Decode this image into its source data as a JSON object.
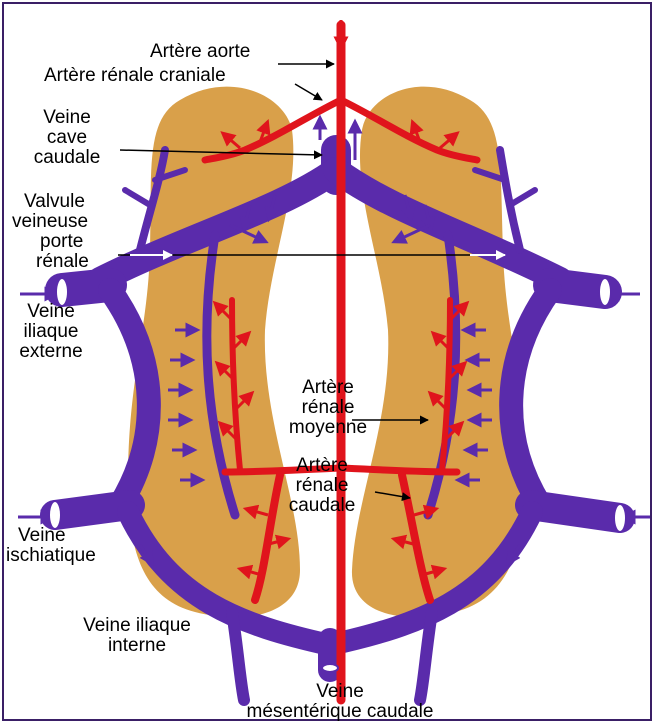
{
  "labels": {
    "aorte": "Artère aorte",
    "renale_craniale": "Artère rénale craniale",
    "veine_cave_1": "Veine",
    "veine_cave_2": "cave",
    "veine_cave_3": "caudale",
    "valvule_1": "Valvule",
    "valvule_2": "veineuse",
    "valvule_3": "porte",
    "valvule_4": "rénale",
    "iliaque_ext_1": "Veine",
    "iliaque_ext_2": "iliaque",
    "iliaque_ext_3": "externe",
    "renale_moy_1": "Artère",
    "renale_moy_2": "rénale",
    "renale_moy_3": "moyenne",
    "renale_caud_1": "Artère",
    "renale_caud_2": "rénale",
    "renale_caud_3": "caudale",
    "ischiatique_1": "Veine",
    "ischiatique_2": "ischiatique",
    "iliaque_int_1": "Veine iliaque",
    "iliaque_int_2": "interne",
    "mesenterique_1": "Veine",
    "mesenterique_2": "mésentérique caudale"
  },
  "colors": {
    "kidney": "#d9a04a",
    "vein": "#5a2bab",
    "artery": "#e0141c",
    "frame": "#3a1f66",
    "pointer": "#000000"
  }
}
